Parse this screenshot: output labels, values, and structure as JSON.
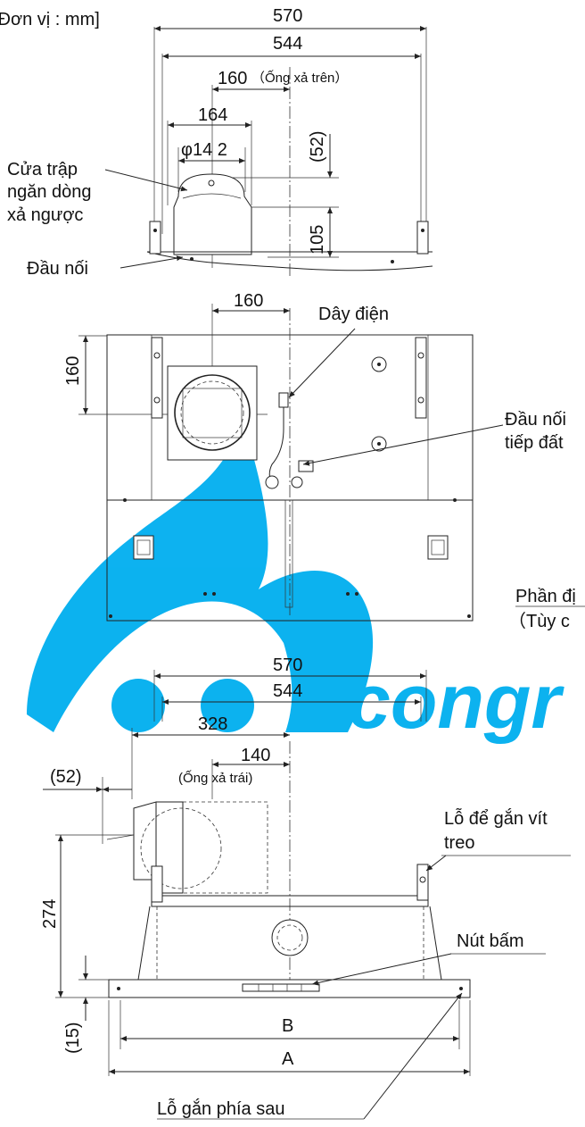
{
  "unit_label": "[Đơn vị : mm]",
  "top_view": {
    "dim_outer_width": "570",
    "dim_inner_width": "544",
    "dim_top_duct": "160",
    "dim_top_duct_note": "（Ống xả trên）",
    "dim_damper_width": "164",
    "dim_damper_diameter": "φ14 2",
    "dim_offset_vertical": "(52)",
    "dim_height": "105",
    "label_damper_line1": "Cửa trập",
    "label_damper_line2": "ngăn dòng",
    "label_damper_line3": "xả ngược",
    "label_connector": "Đầu nối"
  },
  "middle_view": {
    "dim_horizontal": "160",
    "dim_vertical": "160",
    "label_power_cord": "Dây điện",
    "label_ground_line1": "Đầu nối",
    "label_ground_line2": "tiếp đất",
    "label_part_line1": "Phần đị",
    "label_part_line2": "（Tùy c"
  },
  "bottom_view": {
    "dim_outer_width": "570",
    "dim_inner_width": "544",
    "dim_left_offset": "328",
    "dim_left_duct": "140",
    "dim_left_duct_note": "(Ống xả trái)",
    "dim_side_offset": "(52)",
    "dim_height": "274",
    "dim_front": "(15)",
    "dim_b": "B",
    "dim_a": "A",
    "label_screw_hole_line1": "Lỗ để gắn vít",
    "label_screw_hole_line2": "treo",
    "label_button": "Nút bấm",
    "label_rear_hole": "Lỗ gắn phía sau"
  },
  "watermark": {
    "text": "congr",
    "color": "#00aeef"
  }
}
